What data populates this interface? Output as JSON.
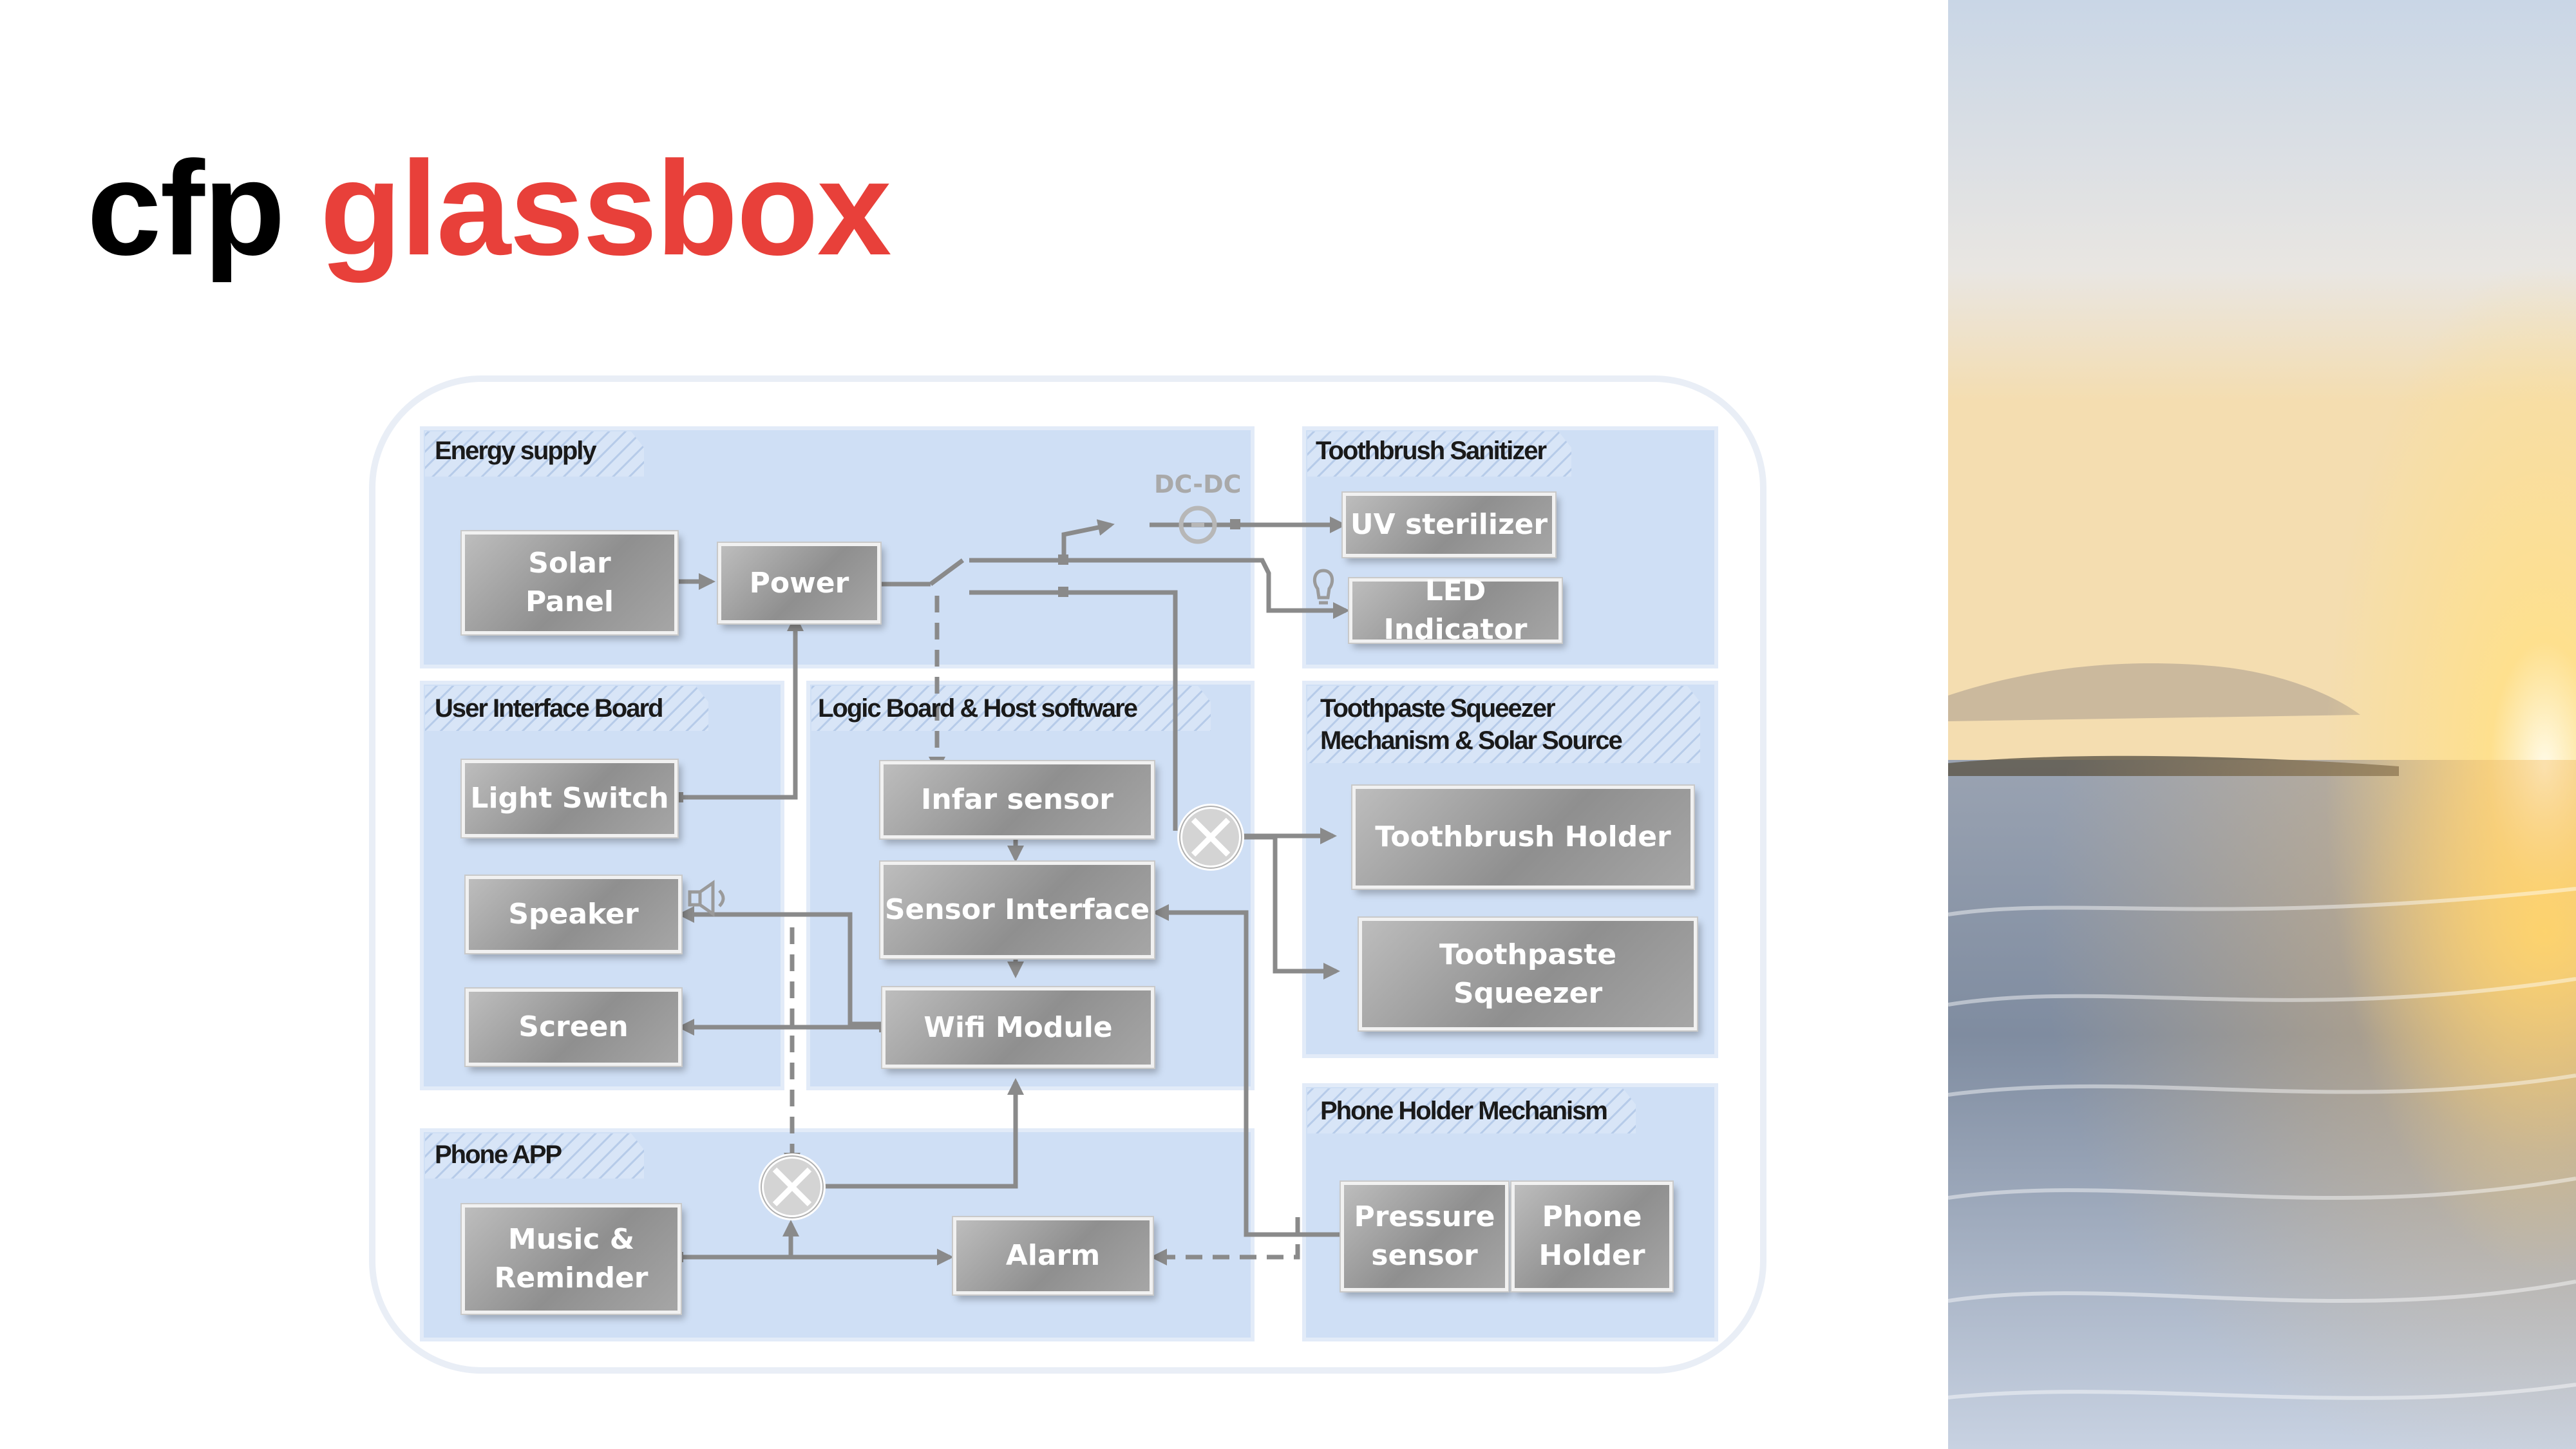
{
  "title": {
    "word1": "cfp",
    "word2": "glassbox"
  },
  "colors": {
    "accent": "#e8403a",
    "group_bg": "#cfdff5",
    "block": "#9a9a9a",
    "line": "#8a8a8a"
  },
  "groups": {
    "energy": "Energy supply",
    "sanitizer": "Toothbrush Sanitizer",
    "ui_board": "User Interface Board",
    "logic": "Logic Board & Host software",
    "squeezer": "Toothpaste Squeezer\nMechanism & Solar Source",
    "phone_holder": "Phone Holder Mechanism",
    "phone_app": "Phone APP"
  },
  "blocks": {
    "solar_panel": "Solar\nPanel",
    "power": "Power",
    "uv_sterilizer": "UV sterilizer",
    "led_indicator": "LED Indicator",
    "light_switch": "Light Switch",
    "speaker": "Speaker",
    "screen": "Screen",
    "infar_sensor": "Infar sensor",
    "sensor_interface": "Sensor Interface",
    "wifi_module": "Wifi Module",
    "toothbrush_holder": "Toothbrush Holder",
    "toothpaste_squeezer": "Toothpaste\nSqueezer",
    "pressure_sensor": "Pressure\nsensor",
    "phone_holder": "Phone\nHolder",
    "music_reminder": "Music &\nReminder",
    "alarm": "Alarm"
  },
  "labels": {
    "dcdc": "DC-DC"
  },
  "icons": [
    "speaker-icon",
    "bulb-icon",
    "converter-icon",
    "junction-icon"
  ]
}
